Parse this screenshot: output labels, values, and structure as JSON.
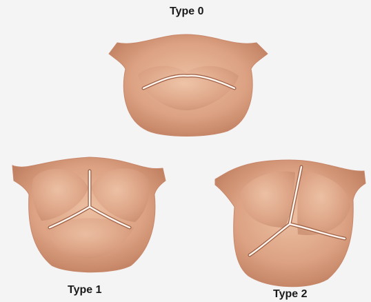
{
  "figure": {
    "valves": [
      {
        "label": "Type 0",
        "description": "bicuspid valve with a single curved slit"
      },
      {
        "label": "Type 1",
        "description": "bicuspid valve with one raphe (Y-shaped commissures)"
      },
      {
        "label": "Type 2",
        "description": "bicuspid valve with two raphes"
      }
    ]
  },
  "colors": {
    "background": "#f4f4f4",
    "tissue": "#d69a7a",
    "tissue_light": "#e8b89a",
    "tissue_dark": "#b9785a",
    "slit_light": "#fff4ee",
    "label_text": "#1a1a1a"
  }
}
